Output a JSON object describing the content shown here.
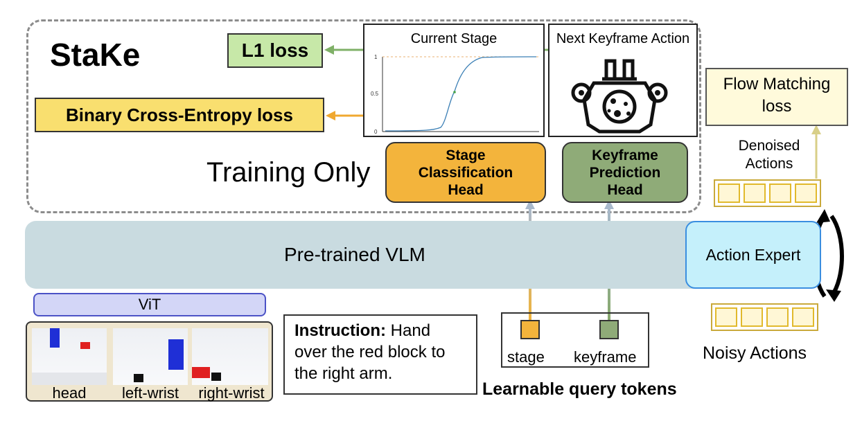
{
  "title": "StaKe",
  "l1_loss": "L1 loss",
  "bce_loss": "Binary Cross-Entropy loss",
  "training_only": "Training Only",
  "current_stage": {
    "title": "Current Stage",
    "ytick_top": "1",
    "ytick_mid": "0.5",
    "ytick_bottom": "0"
  },
  "next_keyframe": {
    "title": "Next Keyframe Action",
    "icon": "robot-gripper-icon"
  },
  "stage_head": {
    "line1": "Stage",
    "line2": "Classification",
    "line3": "Head"
  },
  "keyframe_head": {
    "line1": "Keyframe",
    "line2": "Prediction",
    "line3": "Head"
  },
  "flow_loss": {
    "line1": "Flow Matching",
    "line2": "loss"
  },
  "denoised": {
    "line1": "Denoised",
    "line2": "Actions"
  },
  "vlm": "Pre-trained VLM",
  "action_expert": "Action Expert",
  "vit": "ViT",
  "cameras": [
    "head",
    "left-wrist",
    "right-wrist"
  ],
  "instruction": {
    "bold": "Instruction:",
    "text": " Hand over the red block to the right arm."
  },
  "query_tokens": {
    "stage": "stage",
    "keyframe": "keyframe",
    "title": "Learnable query tokens"
  },
  "noisy_actions": "Noisy Actions",
  "colors": {
    "l1": "#c7e8a8",
    "bce": "#f9df6f",
    "stage_head": "#f3b43c",
    "keyframe_head": "#8fab78",
    "flow": "#fffadb",
    "vlm": "#c9dbe0",
    "action_expert": "#c5f0fb",
    "vit": "#d3d6f7"
  }
}
